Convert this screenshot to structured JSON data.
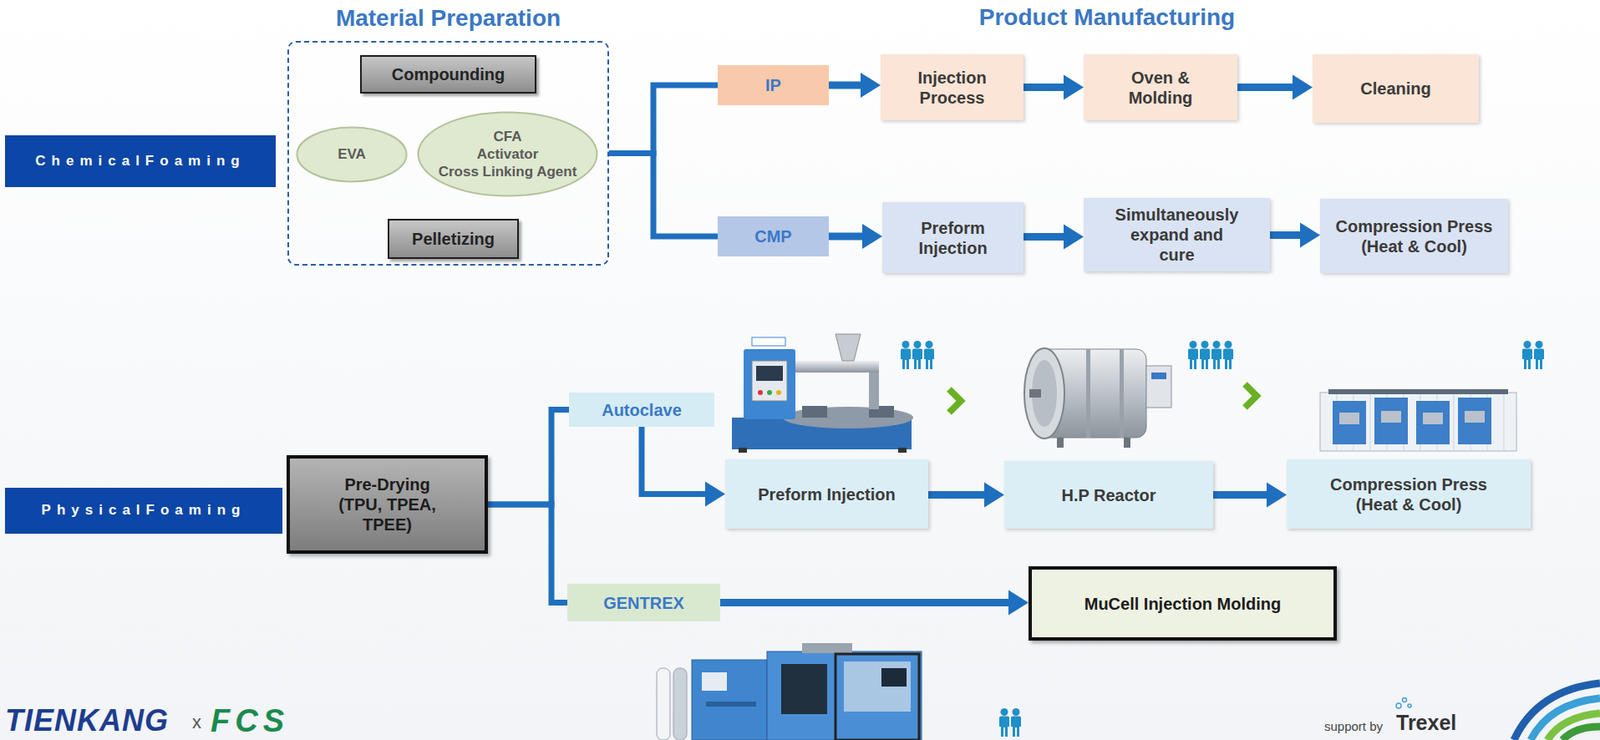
{
  "diagram": {
    "nodes": [
      {
        "text": [
          "ChemicalFoaming"
        ]
      },
      {
        "text": [
          "Material Preparation"
        ]
      },
      {
        "text": [
          "Compounding"
        ],
        "in": 1
      },
      {
        "text": [
          "EVA"
        ],
        "in": 1
      },
      {
        "text": [
          "CFA",
          "Activator",
          "Cross Linking Agent"
        ],
        "in": 1
      },
      {
        "text": [
          "Pelletizing"
        ],
        "in": 1
      },
      {
        "text": [
          "IP"
        ]
      },
      {
        "text": [
          "Injection Process"
        ]
      },
      {
        "text": [
          "Oven & Molding"
        ]
      },
      {
        "text": [
          "Cleaning"
        ]
      },
      {
        "text": [
          "CMP"
        ]
      },
      {
        "text": [
          "Preform Injection"
        ]
      },
      {
        "text": [
          "Simultaneously expand and cure"
        ]
      },
      {
        "text": [
          "Compression Press (Heat & Cool)"
        ]
      },
      {
        "text": [
          "PhysicalFoaming"
        ]
      },
      {
        "text": [
          "Pre-Drying",
          "(TPU, TPEA, TPEE)"
        ]
      },
      {
        "text": [
          "Autoclave"
        ]
      },
      {
        "text": [
          "Preform Injection"
        ]
      },
      {
        "text": [
          "H.P Reactor"
        ]
      },
      {
        "text": [
          "Compression Press (Heat & Cool)"
        ]
      },
      {
        "text": [
          "GENTREX"
        ]
      },
      {
        "text": [
          "MuCell Injection Molding"
        ]
      }
    ],
    "edges": [
      {
        "from": 1,
        "to": 6,
        "arrow": "none"
      },
      {
        "from": 1,
        "to": 10,
        "arrow": "none"
      },
      {
        "from": 6,
        "to": 7,
        "arrow": "to"
      },
      {
        "from": 7,
        "to": 8,
        "arrow": "to"
      },
      {
        "from": 8,
        "to": 9,
        "arrow": "to"
      },
      {
        "from": 10,
        "to": 11,
        "arrow": "to"
      },
      {
        "from": 11,
        "to": 12,
        "arrow": "to"
      },
      {
        "from": 12,
        "to": 13,
        "arrow": "to"
      },
      {
        "from": 15,
        "to": 16,
        "arrow": "none"
      },
      {
        "from": 15,
        "to": 20,
        "arrow": "none"
      },
      {
        "from": 16,
        "to": 17,
        "arrow": "to"
      },
      {
        "from": 17,
        "to": 18,
        "arrow": "to"
      },
      {
        "from": 18,
        "to": 19,
        "arrow": "to"
      },
      {
        "from": 20,
        "to": 21,
        "arrow": "to"
      }
    ],
    "labels": [
      "Product Manufacturing",
      "TIENKANG",
      "x",
      "FCS",
      "support by",
      "Trexel"
    ]
  }
}
